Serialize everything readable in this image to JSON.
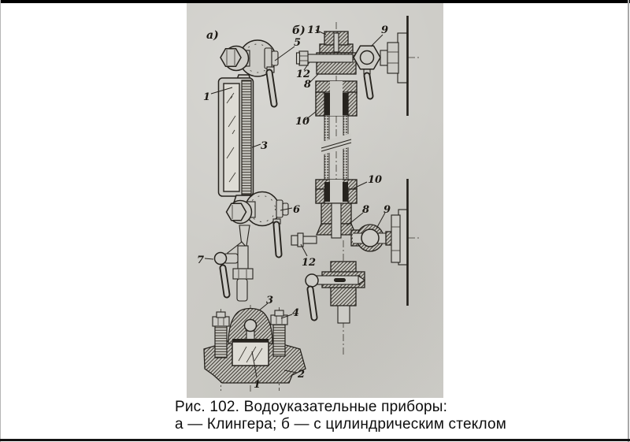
{
  "figure": {
    "caption": {
      "line1": "Рис. 102. Водоуказательные приборы:",
      "line2": "а — Клингера; б — с цилиндрическим стеклом"
    },
    "panels": {
      "a": "а)",
      "b": "б)"
    },
    "colors": {
      "paper": "#cdccc7",
      "ink": "#26231e",
      "glass": "#dedcd5",
      "page": "#ffffff"
    }
  },
  "labels": {
    "a_glass": "1",
    "a_frame": "3",
    "a_top_handle": "5",
    "a_bottom_valve": "6",
    "a_drain_valve": "7",
    "sec_body": "3",
    "sec_bolt": "4",
    "sec_glass": "1",
    "sec_base": "2",
    "b_cap_nut": "11",
    "b_top_bolt": "12",
    "b_top_body": "8",
    "b_top_valve": "9",
    "b_top_gland": "10",
    "b_bottom_gland": "10",
    "b_bottom_body": "8",
    "b_bottom_valve": "9",
    "b_bottom_bolt": "12"
  }
}
